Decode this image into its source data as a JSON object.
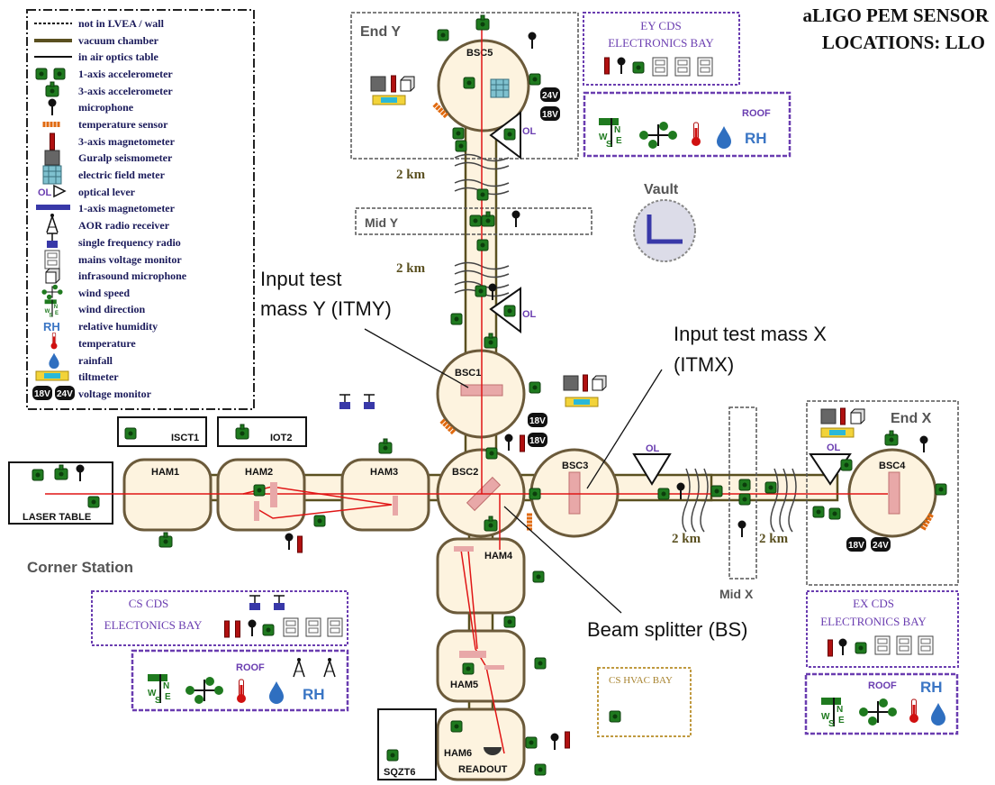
{
  "title": {
    "line1": "aLIGO PEM SENSOR",
    "line2": "LOCATIONS: LLO"
  },
  "legend": {
    "items": [
      {
        "icon": "dashed-line",
        "label": "not in LVEA / wall"
      },
      {
        "icon": "olive-line",
        "label": "vacuum chamber"
      },
      {
        "icon": "black-line",
        "label": "in air optics table"
      },
      {
        "icon": "accel-1axis",
        "label": "1-axis accelerometer"
      },
      {
        "icon": "accel-3axis",
        "label": "3-axis accelerometer"
      },
      {
        "icon": "microphone",
        "label": "microphone"
      },
      {
        "icon": "temp-sensor",
        "label": "temperature sensor"
      },
      {
        "icon": "magnetometer-3axis",
        "label": "3-axis magnetometer"
      },
      {
        "icon": "seismometer",
        "label": "Guralp seismometer"
      },
      {
        "icon": "efield-meter",
        "label": "electric field meter"
      },
      {
        "icon": "optical-lever",
        "label": "optical lever"
      },
      {
        "icon": "magnetometer-1axis",
        "label": "1-axis magnetometer"
      },
      {
        "icon": "radio-receiver",
        "label": "AOR radio receiver"
      },
      {
        "icon": "sf-radio",
        "label": "single frequency radio"
      },
      {
        "icon": "mains-monitor",
        "label": "mains voltage monitor"
      },
      {
        "icon": "infrasound",
        "label": "infrasound microphone"
      },
      {
        "icon": "wind-speed",
        "label": "wind speed"
      },
      {
        "icon": "wind-direction",
        "label": "wind direction"
      },
      {
        "icon": "humidity",
        "label": "relative humidity"
      },
      {
        "icon": "temperature",
        "label": "temperature"
      },
      {
        "icon": "rainfall",
        "label": "rainfall"
      },
      {
        "icon": "tiltmeter",
        "label": "tiltmeter"
      },
      {
        "icon": "voltage-monitor",
        "label": "voltage monitor"
      }
    ],
    "vm_labels": [
      "18V",
      "24V"
    ],
    "ol_label": "OL",
    "rh_label": "RH"
  },
  "chambers": {
    "bsc1": "BSC1",
    "bsc2": "BSC2",
    "bsc3": "BSC3",
    "bsc4": "BSC4",
    "bsc5": "BSC5",
    "ham1": "HAM1",
    "ham2": "HAM2",
    "ham3": "HAM3",
    "ham4": "HAM4",
    "ham5": "HAM5",
    "ham6": "HAM6",
    "readout": "READOUT"
  },
  "tables": {
    "isct1": "ISCT1",
    "iot2": "IOT2",
    "laser": "LASER TABLE",
    "sqzt6": "SQZT6"
  },
  "areas": {
    "end_y": "End Y",
    "end_x": "End X",
    "mid_y": "Mid Y",
    "mid_x": "Mid X",
    "vault": "Vault",
    "corner": "Corner Station",
    "km": "2 km",
    "ey_cds": {
      "line1": "EY CDS",
      "line2": "ELECTRONICS BAY"
    },
    "ex_cds": {
      "line1": "EX CDS",
      "line2": "ELECTRONICS BAY"
    },
    "cs_cds": {
      "line1": "CS CDS",
      "line2": "ELECTONICS BAY"
    },
    "cs_hvac": "CS HVAC BAY",
    "roof": "ROOF"
  },
  "callouts": {
    "itmy": {
      "line1": "Input test",
      "line2": "mass Y (ITMY)"
    },
    "itmx": {
      "line1": "Input test mass X",
      "line2": "(ITMX)"
    },
    "bs": "Beam splitter (BS)"
  },
  "colors": {
    "accelerometer": "#1f7a1f",
    "chamber_fill": "#fdf3df",
    "chamber_stroke": "#6b5a3a",
    "beam": "#e01515",
    "purple_border": "#6a3db0",
    "optic": "#e8a8a8",
    "olive": "#5a5020"
  }
}
